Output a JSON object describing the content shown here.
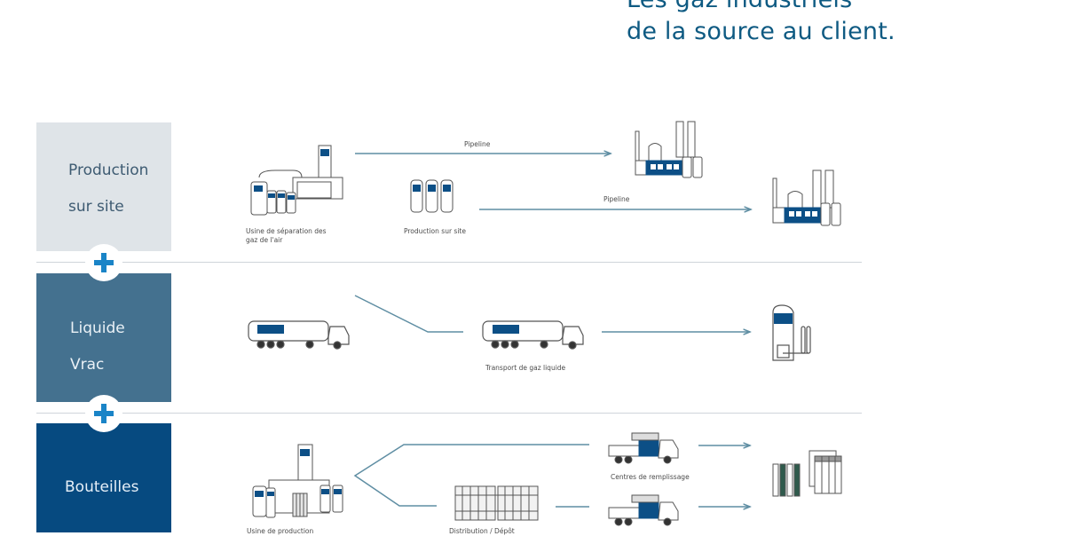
{
  "title": {
    "line1": "Les gaz industriels",
    "line2": "de la source au client."
  },
  "colors": {
    "title": "#0e5a82",
    "band_production": "#dfe4e8",
    "band_liquide": "#44718f",
    "band_bouteilles": "#064a80",
    "plus": "#1a84c7",
    "flow_line": "#5f8ea3",
    "icon_accent": "#0c4f86"
  },
  "bands": [
    {
      "label_line1": "Production",
      "label_line2": "sur site"
    },
    {
      "label_line1": "Liquide",
      "label_line2": "Vrac"
    },
    {
      "label_line1": "Bouteilles",
      "label_line2": ""
    }
  ],
  "separators": {
    "plus_symbol": "+"
  },
  "production": {
    "pipeline_label_1": "Pipeline",
    "pipeline_label_2": "Pipeline",
    "asu_caption_line1": "Usine de séparation des",
    "asu_caption_line2": "gaz de l'air",
    "onsite_caption": "Production sur site"
  },
  "liquide": {
    "transport_caption": "Transport de gaz liquide"
  },
  "bouteilles": {
    "filling_caption": "Centres de remplissage",
    "plant_caption": "Usine de production",
    "distribution_caption": "Distribution / Dépôt"
  }
}
